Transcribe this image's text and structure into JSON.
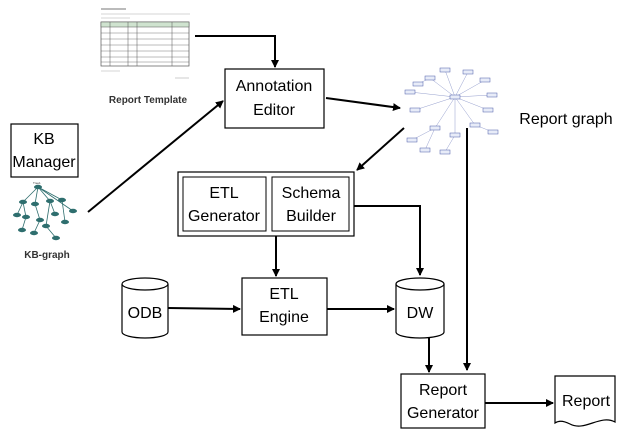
{
  "nodes": {
    "annotation_editor": [
      "Annotation",
      "Editor"
    ],
    "kb_manager": [
      "KB",
      "Manager"
    ],
    "etl_generator": [
      "ETL",
      "Generator"
    ],
    "schema_builder": [
      "Schema",
      "Builder"
    ],
    "odb": "ODB",
    "etl_engine": [
      "ETL",
      "Engine"
    ],
    "dw": "DW",
    "report_generator": [
      "Report",
      "Generator"
    ],
    "report": "Report"
  },
  "captions": {
    "report_template": "Report Template",
    "report_graph": "Report graph",
    "kb_graph": "KB-graph",
    "kb_tree_root": "Tree1"
  },
  "colors": {
    "line": "#000000",
    "kb_node": "#2e6e6e",
    "graph_node": "#4a5aa8"
  }
}
